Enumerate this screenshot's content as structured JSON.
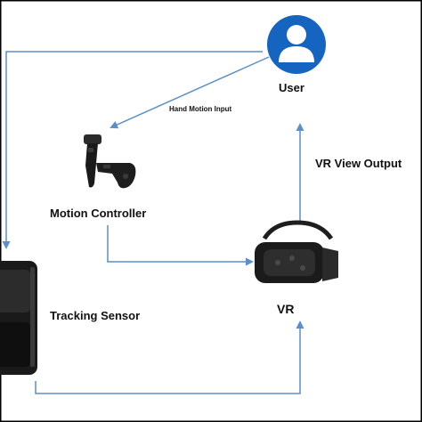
{
  "diagram": {
    "nodes": {
      "user": {
        "label": "User",
        "icon": "user-avatar-icon"
      },
      "motion_controller": {
        "label": "Motion Controller",
        "icon": "motion-controller-icon"
      },
      "tracking_sensor": {
        "label": "Tracking Sensor",
        "icon": "tracking-sensor-icon"
      },
      "vr": {
        "label": "VR",
        "icon": "vr-headset-icon"
      }
    },
    "edges": {
      "hand_motion_input": {
        "label": "Hand Motion Input",
        "from": "user",
        "to": "motion_controller"
      },
      "vr_view_output": {
        "label": "VR View Output",
        "from": "vr",
        "to": "user"
      },
      "user_to_tracking": {
        "label": "",
        "from": "user",
        "to": "tracking_sensor"
      },
      "controller_to_vr": {
        "label": "",
        "from": "motion_controller",
        "to": "vr"
      },
      "tracking_to_vr": {
        "label": "",
        "from": "tracking_sensor",
        "to": "vr"
      }
    },
    "colors": {
      "arrow": "#5b8fc7",
      "user_icon": "#1565c0",
      "frame": "#000000"
    }
  }
}
